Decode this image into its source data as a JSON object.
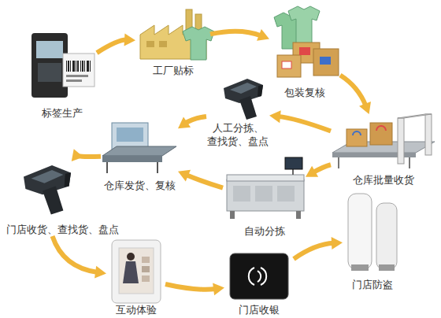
{
  "diagram": {
    "nodes": [
      {
        "text": [
          "标签生产"
        ]
      },
      {
        "text": [
          "工厂贴标"
        ]
      },
      {
        "text": [
          "包装复核"
        ]
      },
      {
        "text": [
          "仓库批量收货"
        ]
      },
      {
        "text": [
          "人工分拣、 查找货、盘点"
        ]
      },
      {
        "text": [
          "自动分拣"
        ]
      },
      {
        "text": [
          "仓库发货、复核"
        ]
      },
      {
        "text": [
          "门店收货、查找货、盘点"
        ]
      },
      {
        "text": [
          "互动体验"
        ]
      },
      {
        "text": [
          "门店收银"
        ]
      },
      {
        "text": [
          "门店防盗"
        ]
      }
    ],
    "edges": [
      {
        "from": 0,
        "to": 1,
        "arrow": "to"
      },
      {
        "from": 1,
        "to": 2,
        "arrow": "to"
      },
      {
        "from": 2,
        "to": 3,
        "arrow": "to"
      },
      {
        "from": 3,
        "to": 4,
        "arrow": "to"
      },
      {
        "from": 3,
        "to": 5,
        "arrow": "to"
      },
      {
        "from": 4,
        "to": 6,
        "arrow": "to"
      },
      {
        "from": 5,
        "to": 6,
        "arrow": "to"
      },
      {
        "from": 6,
        "to": 7,
        "arrow": "to"
      },
      {
        "from": 7,
        "to": 8,
        "arrow": "to"
      },
      {
        "from": 8,
        "to": 9,
        "arrow": "to"
      },
      {
        "from": 9,
        "to": 10,
        "arrow": "to"
      }
    ]
  }
}
